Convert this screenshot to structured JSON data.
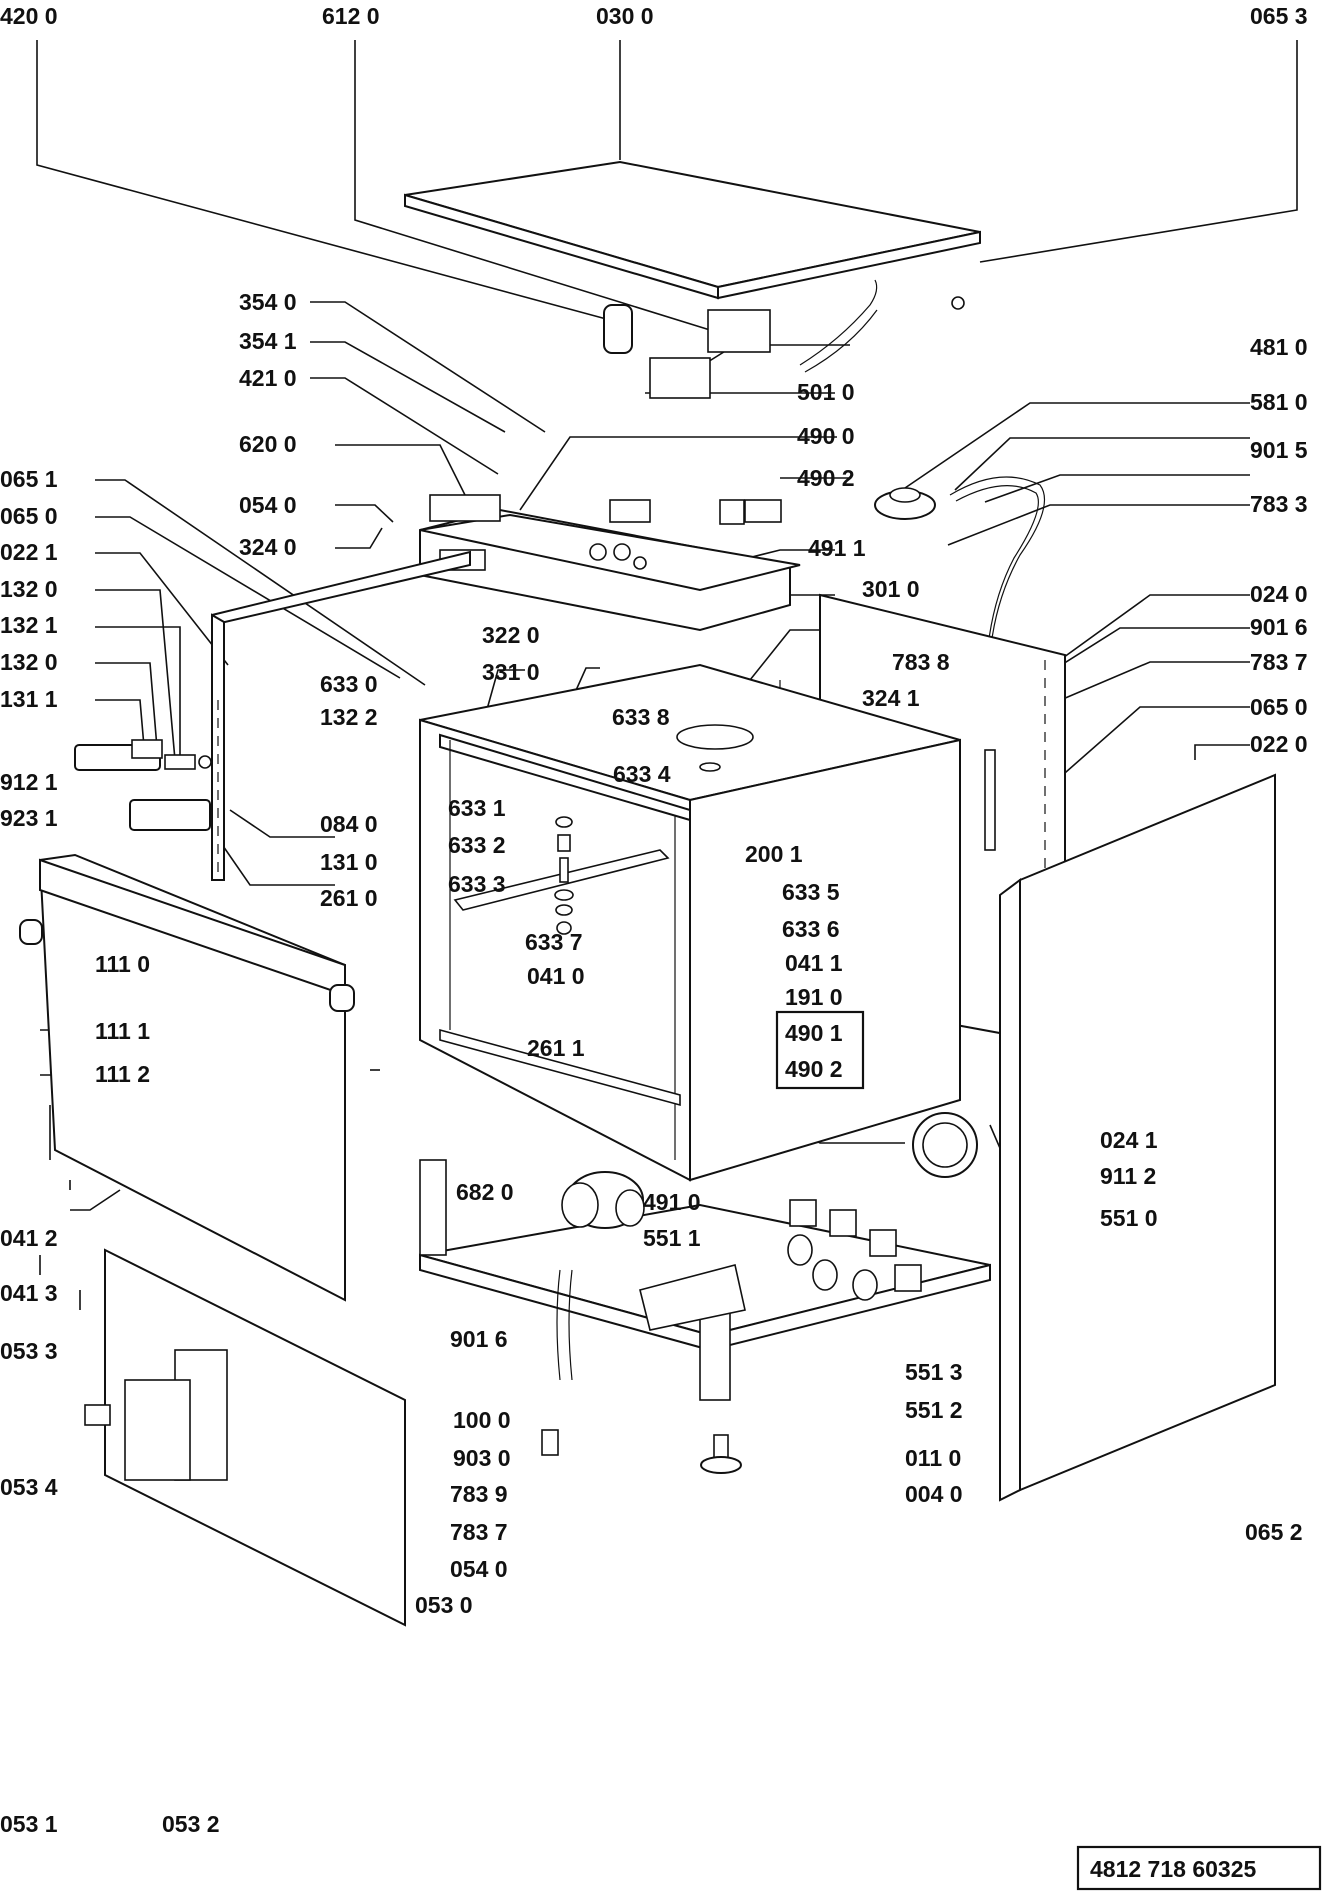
{
  "labels": {
    "l4200": "420 0",
    "l6120": "612 0",
    "l0300": "030 0",
    "l0653": "065 3",
    "l3540": "354 0",
    "l3541": "354 1",
    "l4210": "421 0",
    "l4810": "481 0",
    "l5010": "501 0",
    "l5810": "581 0",
    "l6200": "620 0",
    "l4900": "490 0",
    "l4902": "490 2",
    "l9015": "901 5",
    "l0651": "065 1",
    "l0540a": "054 0",
    "l7833": "783 3",
    "l0650a": "065 0",
    "l3240": "324 0",
    "l4911": "491 1",
    "l0221": "022 1",
    "l3010": "301 0",
    "l0240": "024 0",
    "l1320a": "132 0",
    "l3220": "322 0",
    "l9016a": "901 6",
    "l1321": "132 1",
    "l3310": "331 0",
    "l7838": "783 8",
    "l7837a": "783 7",
    "l1320b": "132 0",
    "l6330": "633 0",
    "l3241": "324 1",
    "l0650b": "065 0",
    "l1311": "131 1",
    "l1322": "132 2",
    "l6338": "633 8",
    "l0220": "022 0",
    "l9121": "912 1",
    "l6334": "633 4",
    "l0840": "084 0",
    "l9231": "923 1",
    "l6331": "633 1",
    "l6332": "633 2",
    "l2001": "200 1",
    "l1310": "131 0",
    "l6333": "633 3",
    "l2610": "261 0",
    "l6335": "633 5",
    "l6336": "633 6",
    "l6337": "633 7",
    "l1110": "111 0",
    "l0410": "041 0",
    "l0411": "041 1",
    "l1910": "191 0",
    "l1111": "111 1",
    "l2611": "261 1",
    "l4901box": "490 1",
    "l4902box": "490 2",
    "l1112": "111 2",
    "l0241": "024 1",
    "l9112": "911 2",
    "l6820": "682 0",
    "l4910": "491 0",
    "l5510": "551 0",
    "l0412": "041 2",
    "l5511": "551 1",
    "l0413": "041 3",
    "l9016b": "901 6",
    "l0533": "053 3",
    "l5513": "551 3",
    "l5512": "551 2",
    "l1000": "100 0",
    "l9030": "903 0",
    "l0110": "011 0",
    "l0534": "053 4",
    "l7839": "783 9",
    "l0040": "004 0",
    "l0652": "065 2",
    "l7837b": "783 7",
    "l0540b": "054 0",
    "l0530": "053 0",
    "l0531": "053 1",
    "l0532": "053 2",
    "docnum": "4812 718 60325"
  }
}
